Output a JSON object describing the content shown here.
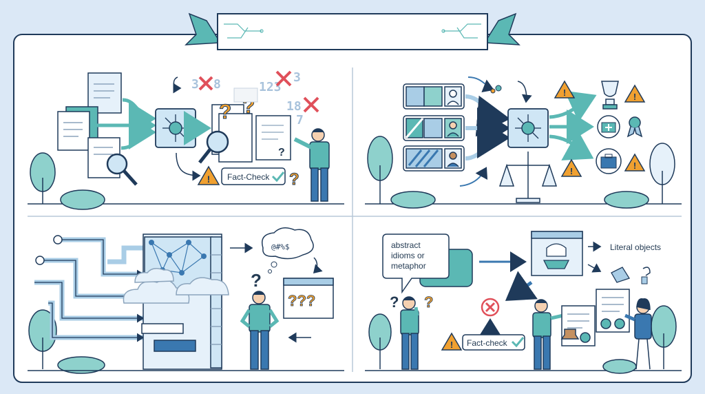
{
  "banner": {
    "title": ""
  },
  "panel1": {
    "fact_check_label": "Fact-Check",
    "floating_digits_a": "3",
    "floating_digits_b": "8",
    "floating_digits_c": "123",
    "floating_digits_d": "3",
    "floating_digits_e": "18",
    "floating_digits_f": "7"
  },
  "panel4": {
    "speech_bubble_lines": [
      "abstract",
      "idioms or",
      "metaphor"
    ],
    "literal_objects_label": "Literal objects",
    "fact_check_label": "Fact-check"
  },
  "colors": {
    "background": "#dbe8f6",
    "panel": "#ffffff",
    "outline": "#1f3a5a",
    "accent_teal": "#5bb8b4",
    "accent_blue": "#a9cde6",
    "warning": "#f0a030",
    "error": "#e0505a",
    "tree": "#8ed1cc"
  }
}
